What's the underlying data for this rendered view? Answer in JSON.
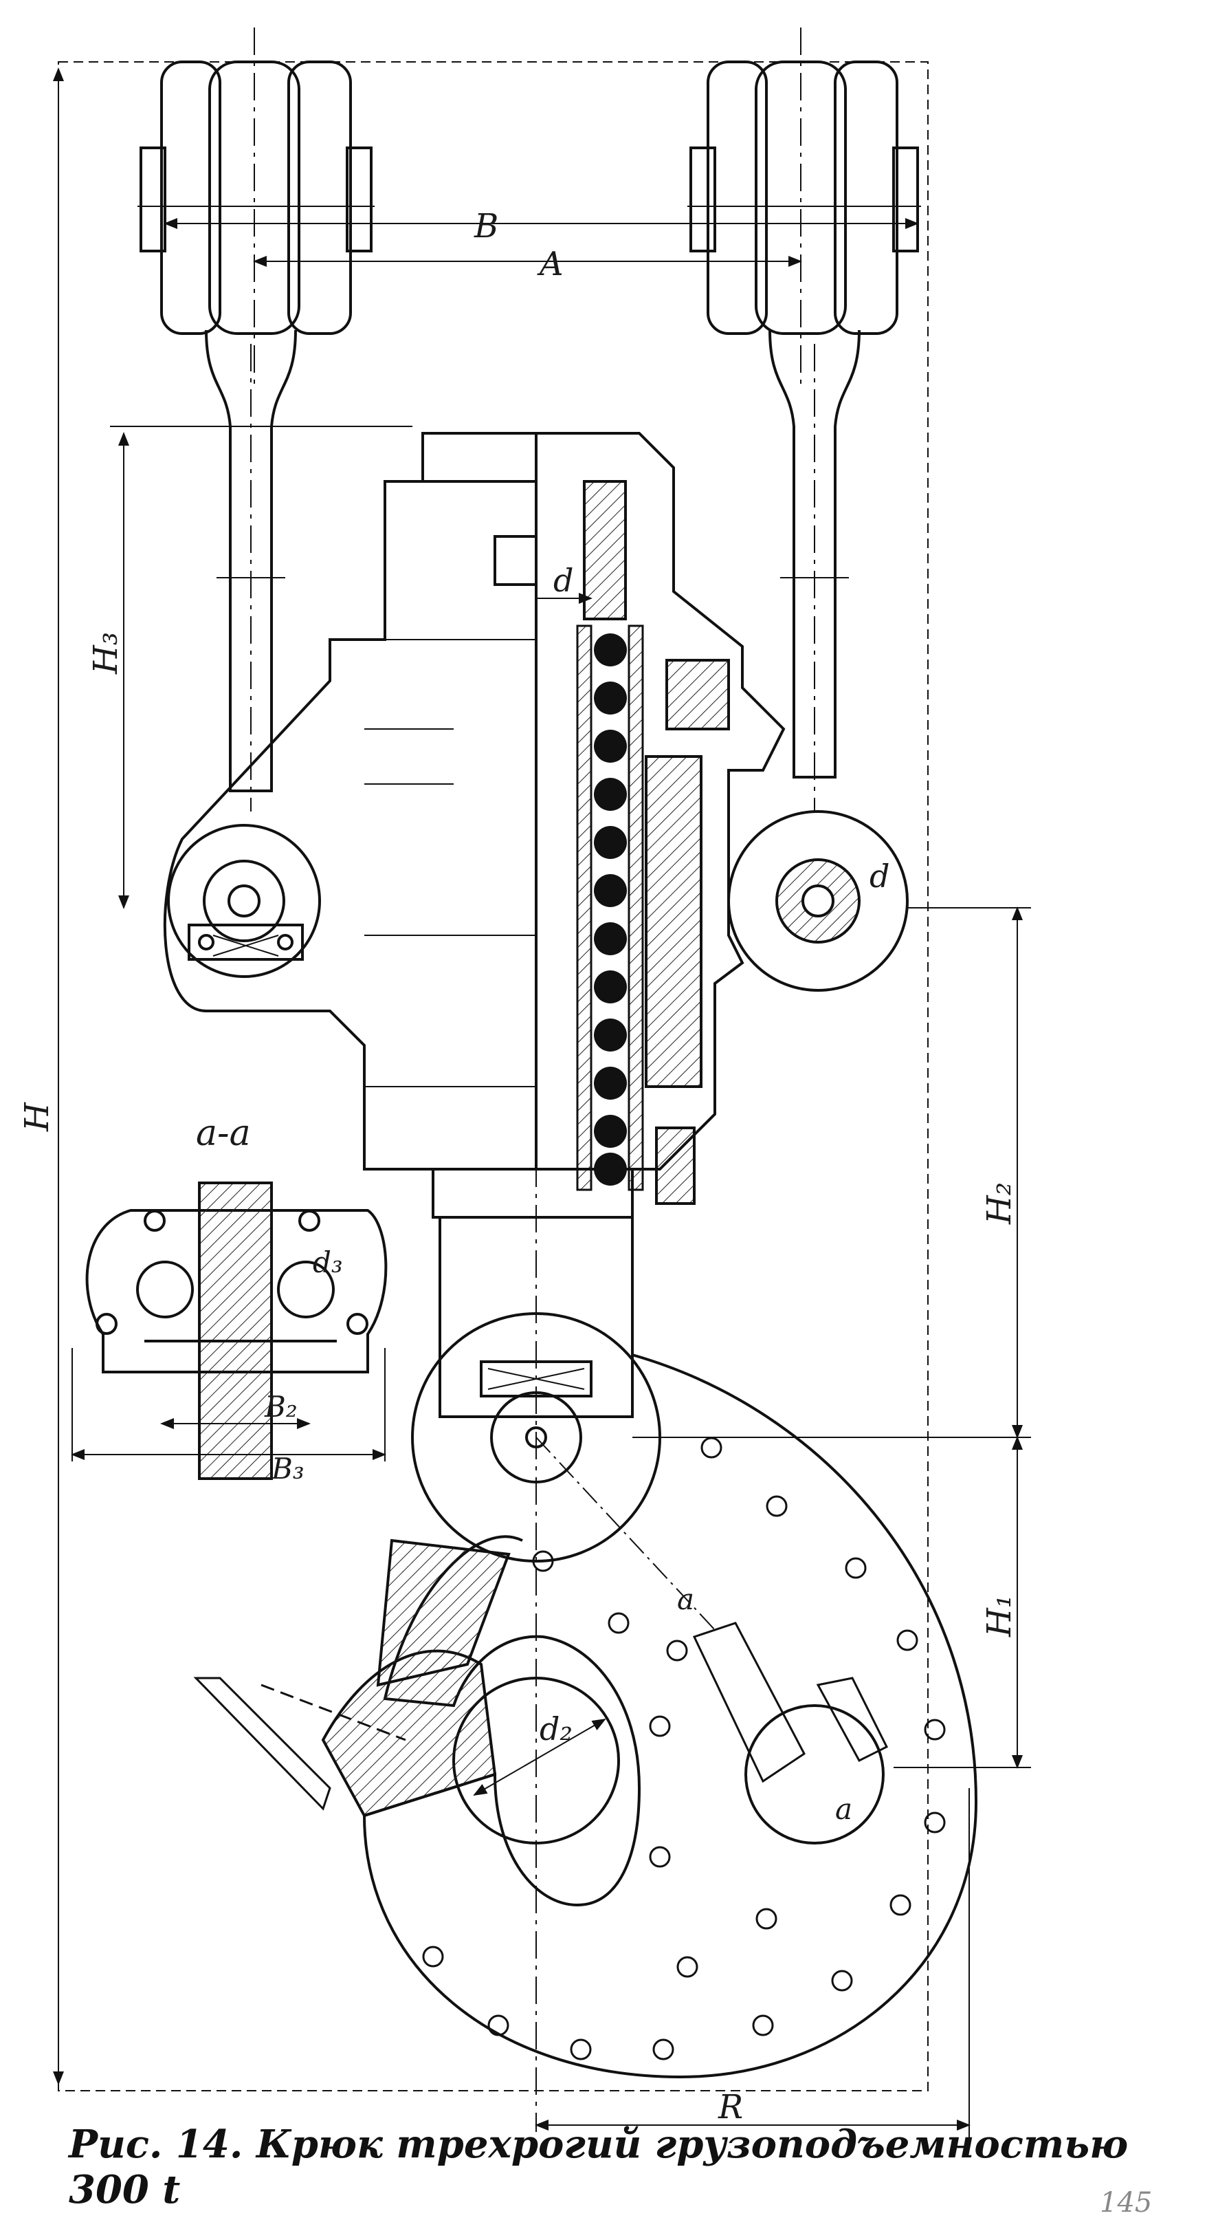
{
  "labels": {
    "B": "B",
    "A": "A",
    "d_top": "d",
    "d_right": "d",
    "H3": "H₃",
    "H": "H",
    "H2": "H₂",
    "H1": "H₁",
    "section": "a-a",
    "d3": "d₃",
    "B2": "B₂",
    "B3": "B₃",
    "a_upper": "a",
    "a_lower": "a",
    "d2": "d₂",
    "R": "R"
  },
  "caption": "Рис. 14. Крюк трехрогий грузоподъемностью 300 t",
  "page_mark": "145"
}
